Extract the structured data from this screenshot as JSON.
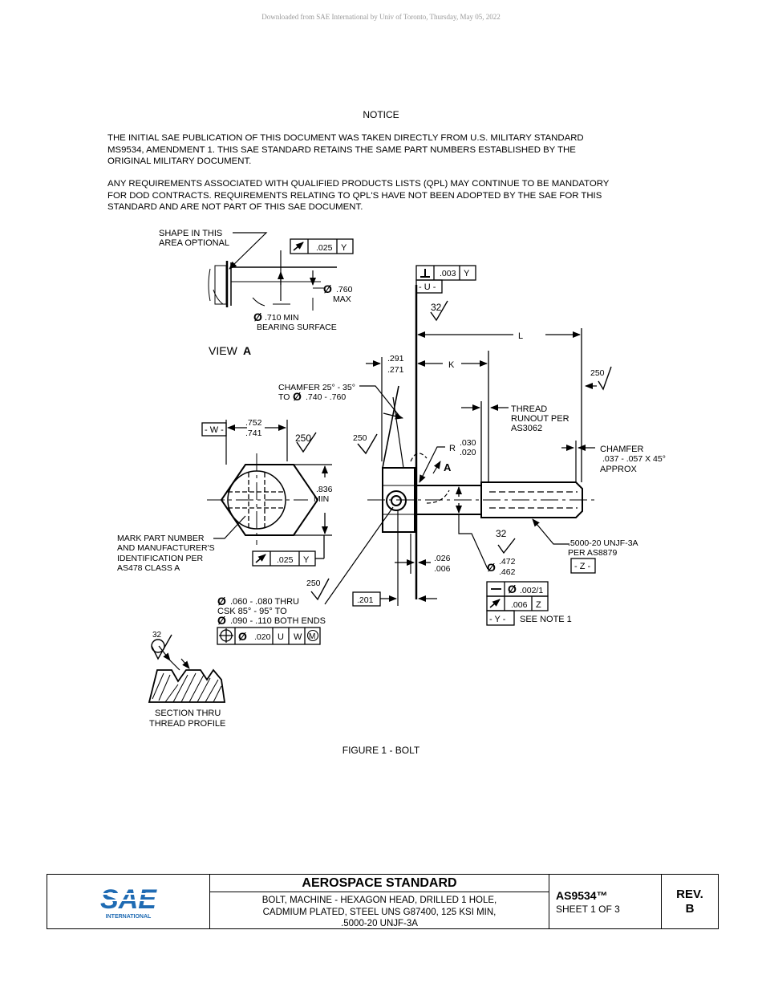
{
  "watermark": "Downloaded from SAE International by Univ of Toronto, Thursday, May 05, 2022",
  "notice": {
    "title": "NOTICE",
    "paragraph1": "THE INITIAL SAE PUBLICATION OF THIS DOCUMENT WAS TAKEN DIRECTLY FROM U.S. MILITARY STANDARD\nMS9534, AMENDMENT 1. THIS SAE STANDARD RETAINS THE SAME PART NUMBERS ESTABLISHED BY THE\nORIGINAL MILITARY DOCUMENT.",
    "paragraph2": "ANY REQUIREMENTS ASSOCIATED WITH QUALIFIED PRODUCTS LISTS (QPL) MAY CONTINUE TO BE MANDATORY\nFOR DOD CONTRACTS. REQUIREMENTS RELATING TO QPL'S HAVE NOT BEEN ADOPTED BY THE SAE FOR THIS\nSTANDARD AND ARE NOT PART OF THIS SAE DOCUMENT."
  },
  "drawing": {
    "shape_note_1": "SHAPE IN THIS",
    "shape_note_2": "AREA OPTIONAL",
    "runout_fcf_value": ".025",
    "datum_y": "Y",
    "dia760_value": ".760",
    "dia760_max": "MAX",
    "dia710_value": ".710 MIN",
    "bearing_surface": "BEARING SURFACE",
    "view_label": "VIEW",
    "view_letter": "A",
    "perp_fcf_value": ".003",
    "datum_u": "- U -",
    "finish_32": "32",
    "finish_250": "250",
    "dim_l": "L",
    "dim_k": "K",
    "dim_291": ".291",
    "dim_271": ".271",
    "chamfer_head_1": "CHAMFER 25° - 35°",
    "chamfer_head_2": "TO",
    "chamfer_head_2b": ".740 - .760",
    "thread_runout_1": "THREAD",
    "thread_runout_2": "RUNOUT PER",
    "thread_runout_3": "AS3062",
    "datum_w": "- W -",
    "dim_752": ".752",
    "dim_741": ".741",
    "radius_r": "R",
    "radius_030": ".030",
    "radius_020": ".020",
    "chamfer_end_1": "CHAMFER",
    "chamfer_end_2": ".037 - .057 X 45°",
    "chamfer_end_3": "APPROX",
    "dim_836": ".836",
    "dim_min": "MIN",
    "mark_note_1": "MARK PART NUMBER",
    "mark_note_2": "AND MANUFACTURER'S",
    "mark_note_3": "IDENTIFICATION PER",
    "mark_note_4": "AS478  CLASS A",
    "thread_spec_1": ".5000-20 UNJF-3A",
    "thread_spec_2": "PER  AS8879",
    "datum_z": "- Z -",
    "dim_026": ".026",
    "dim_006": ".006",
    "dim_472": ".472",
    "dim_462": ".462",
    "straight_fcf_value": ".002/1",
    "runout2_fcf_value": ".006",
    "datum_z_letter": "Z",
    "datum_y_box": "- Y -",
    "see_note": "SEE NOTE 1",
    "hole_note_1": ".060 - .080 THRU",
    "hole_note_2": "CSK 85° - 95° TO",
    "hole_note_3": ".090 - .110 BOTH ENDS",
    "dim_201": ".201",
    "pos_fcf_value": ".020",
    "pos_datum_u": "U",
    "pos_datum_w": "W",
    "pos_mod_m": "M",
    "section_1": "SECTION THRU",
    "section_2": "THREAD PROFILE"
  },
  "figure_caption": "FIGURE 1 - BOLT",
  "title_block": {
    "logo_text": "SAE",
    "logo_sub": "INTERNATIONAL",
    "heading": "AEROSPACE STANDARD",
    "description": "BOLT, MACHINE - HEXAGON HEAD, DRILLED 1 HOLE,\nCADMIUM PLATED, STEEL UNS G87400, 125 KSI MIN,\n.5000-20 UNJF-3A",
    "doc_number": "AS9534™",
    "sheet": "SHEET 1 OF 3",
    "rev_label": "REV.",
    "rev_value": "B"
  },
  "colors": {
    "logo_blue": "#1f6bb3",
    "watermark_gray": "#9a9a9a"
  }
}
